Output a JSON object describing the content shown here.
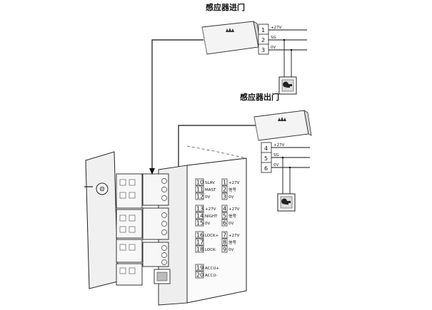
{
  "sensor_entry": {
    "title": "感应器进门",
    "terminals": [
      {
        "num": "1",
        "label": "+27V"
      },
      {
        "num": "2",
        "label": "SG"
      },
      {
        "num": "3",
        "label": "0V"
      }
    ]
  },
  "sensor_exit": {
    "title": "感应器出门",
    "terminals": [
      {
        "num": "4",
        "label": "+27V"
      },
      {
        "num": "5",
        "label": "SG"
      },
      {
        "num": "6",
        "label": "0V"
      }
    ]
  },
  "control_panel": {
    "left_terminals": [
      {
        "num": "10",
        "label": "SLAV"
      },
      {
        "num": "11",
        "label": "MAST"
      },
      {
        "num": "12",
        "label": "0V"
      },
      {
        "num": "13",
        "label": "+27V"
      },
      {
        "num": "14",
        "label": "NIGHT"
      },
      {
        "num": "15",
        "label": "0V"
      },
      {
        "num": "16",
        "label": "LOCK+"
      },
      {
        "num": "17",
        "label": ""
      },
      {
        "num": "18",
        "label": "LOCK-"
      },
      {
        "num": "19",
        "label": "ACCU+"
      },
      {
        "num": "20",
        "label": "ACCU-"
      }
    ],
    "right_terminals": [
      {
        "num": "1",
        "label": "+27V"
      },
      {
        "num": "2",
        "label": "信号"
      },
      {
        "num": "3",
        "label": "0V"
      },
      {
        "num": "4",
        "label": "+27V"
      },
      {
        "num": "5",
        "label": "信号"
      },
      {
        "num": "6",
        "label": "0V"
      },
      {
        "num": "7",
        "label": "+27V"
      },
      {
        "num": "8",
        "label": "信号"
      },
      {
        "num": "9",
        "label": "0V"
      }
    ]
  }
}
